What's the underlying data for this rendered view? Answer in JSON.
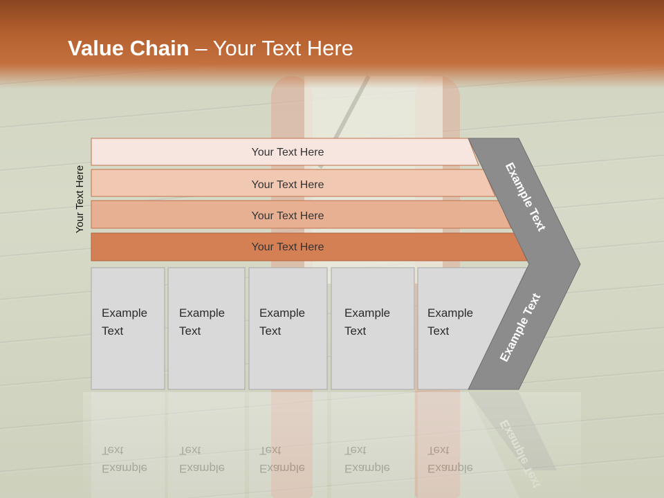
{
  "title": {
    "bold": "Value Chain",
    "rest": " – Your Text Here"
  },
  "side_label": "Your Text Here",
  "rows": [
    {
      "label": "Your Text Here",
      "color": "#f7e5df"
    },
    {
      "label": "Your Text Here",
      "color": "#f1c8b2"
    },
    {
      "label": "Your Text Here",
      "color": "#e7b093"
    },
    {
      "label": "Your Text Here",
      "color": "#d57f55"
    }
  ],
  "boxes": [
    {
      "line1": "Example",
      "line2": "Text"
    },
    {
      "line1": "Example",
      "line2": "Text"
    },
    {
      "line1": "Example",
      "line2": "Text"
    },
    {
      "line1": "Example",
      "line2": "Text"
    },
    {
      "line1": "Example",
      "line2": "Text"
    }
  ],
  "chevron": {
    "upper": "Example Text",
    "lower": "Example Text"
  },
  "colors": {
    "title_bar": "#b5612f",
    "box_fill": "#d9d9d9",
    "chevron_fill": "#8c8c8c",
    "row_border": "#c0724c"
  }
}
